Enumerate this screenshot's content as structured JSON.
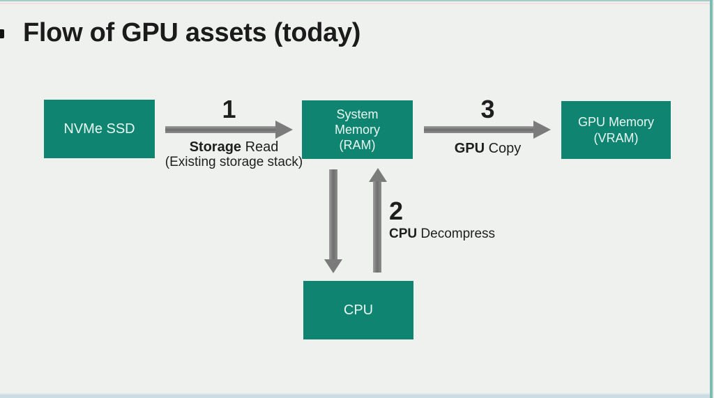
{
  "title": "Flow of GPU assets (today)",
  "colors": {
    "background": "#eff1ee",
    "box_teal": "#0f8571",
    "box_text": "#e9f7f2",
    "arrow_gray": "#7b7b7b",
    "text_dark": "#1d1d1d",
    "top_strip_teal": "#a9ccc7",
    "top_strip_pink": "#f2dfe2",
    "bottom_strip": "#ccdce3",
    "right_strip": "#7cbcb1"
  },
  "nodes": {
    "nvme": {
      "label": "NVMe SSD"
    },
    "ram": {
      "lines": [
        "System",
        "Memory",
        "(RAM)"
      ]
    },
    "gpu": {
      "lines": [
        "GPU Memory",
        "(VRAM)"
      ]
    },
    "cpu": {
      "label": "CPU"
    }
  },
  "steps": {
    "storage_read": {
      "number": "1",
      "bold": "Storage",
      "rest": " Read",
      "sub": "(Existing storage stack)"
    },
    "cpu_decompress": {
      "number": "2",
      "bold": "CPU",
      "rest": " Decompress"
    },
    "gpu_copy": {
      "number": "3",
      "bold": "GPU",
      "rest": " Copy"
    }
  }
}
